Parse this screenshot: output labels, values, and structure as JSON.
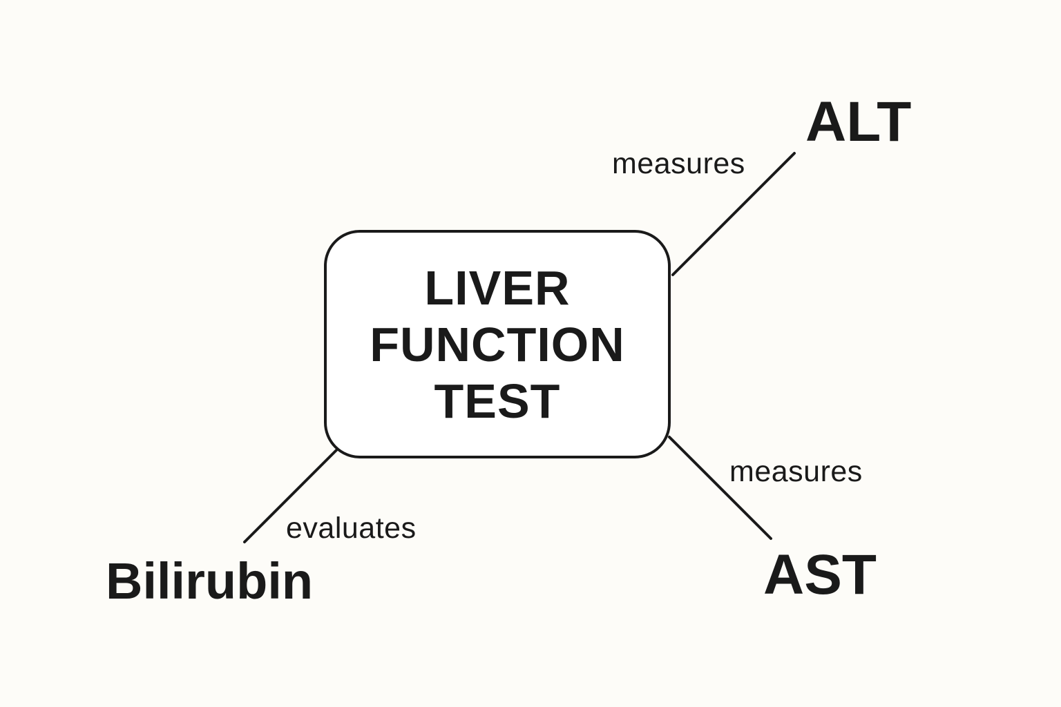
{
  "center": {
    "lines": [
      "LIVER",
      "FUNCTION",
      "TEST"
    ]
  },
  "nodes": {
    "alt": "ALT",
    "ast": "AST",
    "bilirubin": "Bilirubin"
  },
  "edges": {
    "alt": "measures",
    "ast": "measures",
    "bilirubin": "evaluates"
  },
  "colors": {
    "background": "#fdfcf8",
    "stroke": "#1a1a1a",
    "box_fill": "#ffffff"
  }
}
